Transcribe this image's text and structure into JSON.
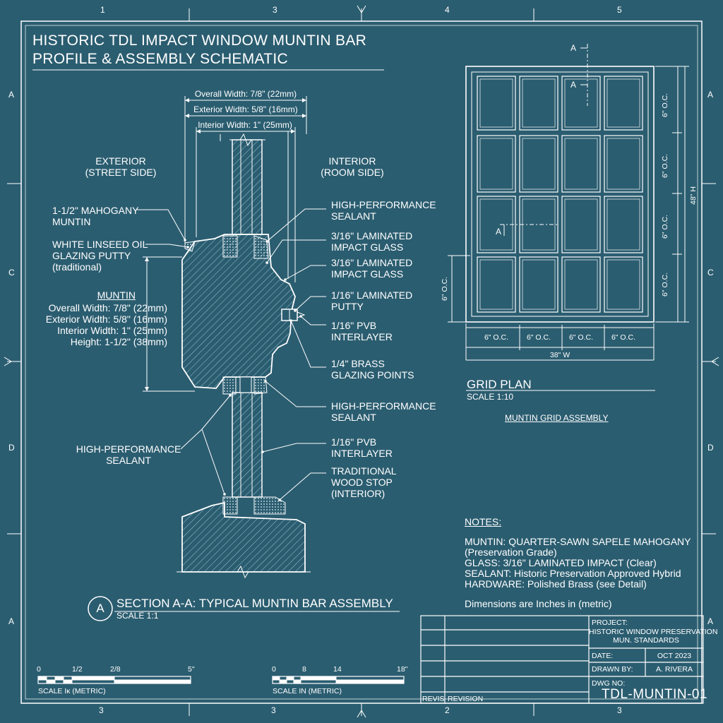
{
  "title": {
    "line1": "HISTORIC TDL IMPACT WINDOW MUNTIN BAR",
    "line2": "PROFILE & ASSEMBLY SCHEMATIC"
  },
  "border": {
    "top_numbers": [
      "1",
      "3",
      "4",
      "5"
    ],
    "bottom_numbers": [
      "3",
      "3",
      "2",
      "3"
    ],
    "left_letters": [
      "A",
      "C",
      "D",
      "A"
    ],
    "right_letters": [
      "A",
      "C",
      "D",
      "A"
    ]
  },
  "section": {
    "dims": {
      "overall": "Overall Width: 7/8\" (22mm)",
      "exterior": "Exterior Width: 5/8\" (16mm)",
      "interior": "Interior Width: 1\" (25mm)"
    },
    "exterior_label": [
      "EXTERIOR",
      "(STREET SIDE)"
    ],
    "interior_label": [
      "INTERIOR",
      "(ROOM SIDE)"
    ],
    "left_callouts": {
      "muntin_mat": [
        "1-1/2\" MAHOGANY",
        "MUNTIN"
      ],
      "putty": [
        "WHITE LINSEED OIL",
        "GLAZING PUTTY",
        "(traditional)"
      ],
      "sealant": [
        "HIGH-PERFORMANCE",
        "SEALANT"
      ]
    },
    "muntin_spec": {
      "heading": "MUNTIN",
      "lines": [
        "Overall Width: 7/8\" (22mm)",
        "Exterior Width: 5/8\" (16mm)",
        "Interior Width: 1\" (25mm)",
        "Height: 1-1/2\" (38mm)"
      ]
    },
    "right_callouts": [
      [
        "HIGH-PERFORMANCE",
        "SEALANT"
      ],
      [
        "3/16\" LAMINATED",
        "IMPACT GLASS"
      ],
      [
        "3/16\" LAMINATED",
        "IMPACT GLASS"
      ],
      [
        "1/16\" LAMINATED",
        "PUTTY"
      ],
      [
        "1/16\" PVB",
        "INTERLAYER"
      ],
      [
        "1/4\" BRASS",
        "GLAZING POINTS"
      ],
      [
        "HIGH-PERFORMANCE",
        "SEALANT"
      ],
      [
        "1/16\" PVB",
        "INTERLAYER"
      ],
      [
        "TRADITIONAL",
        "WOOD STOP",
        "(INTERIOR)"
      ]
    ],
    "marker": "A",
    "caption": "SECTION A-A: TYPICAL MUNTIN BAR ASSEMBLY",
    "scale": "SCALE 1:1"
  },
  "grid_plan": {
    "section_marks": [
      "A",
      "A",
      "A"
    ],
    "right_dims": [
      "6\" O.C.",
      "6\" O.C.",
      "6\" O.C.",
      "6\" O.C."
    ],
    "height": "48\" H",
    "left_dim": "6\" O.C.",
    "bottom_dims": [
      "6\" O.C.",
      "6\" O.C.",
      "6\" O.C.",
      "6\" O.C."
    ],
    "width": "38\" W",
    "heading": "GRID PLAN",
    "scale": "SCALE 1:10",
    "subtitle": "MUNTIN GRID ASSEMBLY"
  },
  "notes": {
    "heading": "NOTES:",
    "lines": [
      "MUNTIN: QUARTER-SAWN SAPELE MAHOGANY",
      "(Preservation Grade)",
      "GLASS: 3/16\" LAMINATED IMPACT (Clear)",
      "SEALANT: Historic Preservation Approved Hybrid",
      "HARDWARE: Polished Brass (see Detail)"
    ],
    "dims_note": "Dimensions are Inches in (metric)"
  },
  "scale_bars": [
    {
      "ticks": [
        "0",
        "1/2",
        "2/8",
        "5\""
      ],
      "label": "SCALE Iĸ (METRIC)"
    },
    {
      "ticks": [
        "0",
        "8",
        "14",
        "18\""
      ],
      "label": "SCALE IN (METRIC)"
    }
  ],
  "title_block": {
    "project_label": "PROJECT:",
    "project_lines": [
      "HISTORIC WINDOW PRESERVATION",
      "MUN. STANDARDS"
    ],
    "date_label": "DATE:",
    "date": "OCT 2023",
    "drawn_label": "DRAWN BY:",
    "drawn": "A. RIVERA",
    "dwg_label": "DWG NO:",
    "dwg": "TDL-MUNTIN-01",
    "revis": "REVIS",
    "revision": "REVISION"
  },
  "colors": {
    "background": "#2b5d70",
    "line": "#ffffff",
    "fill": "#2f6a80"
  }
}
